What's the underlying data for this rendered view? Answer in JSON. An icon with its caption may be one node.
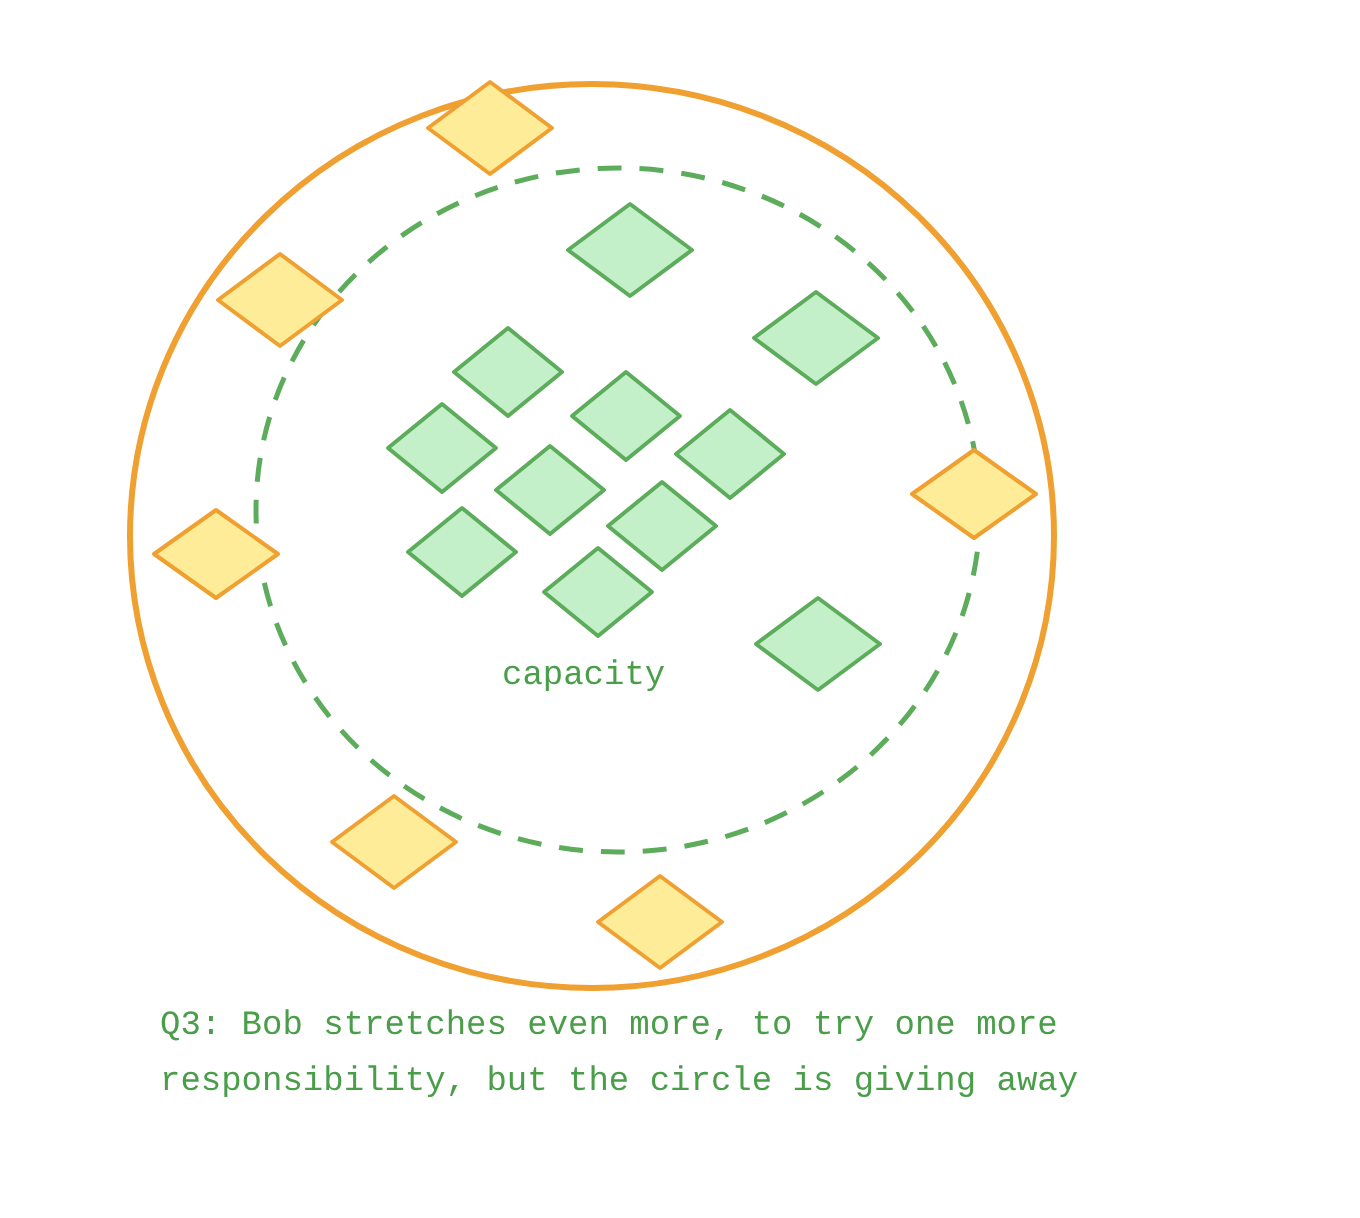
{
  "diagram": {
    "nodes": [
      {
        "text": [],
        "shape": "circle"
      },
      {
        "text": [
          "capacity"
        ],
        "in": 0
      },
      {
        "text": [],
        "shape": "diamond",
        "in": 0
      },
      {
        "text": [],
        "shape": "diamond",
        "in": 1
      },
      {
        "text": [],
        "shape": "diamond",
        "in": 0
      },
      {
        "text": [],
        "shape": "diamond",
        "in": 1
      },
      {
        "text": [],
        "shape": "diamond",
        "in": 1
      },
      {
        "text": [],
        "shape": "diamond",
        "in": 1
      },
      {
        "text": [],
        "shape": "diamond",
        "in": 1
      },
      {
        "text": [],
        "shape": "diamond",
        "in": 1
      },
      {
        "text": [],
        "shape": "diamond",
        "in": 1
      },
      {
        "text": [],
        "shape": "diamond",
        "in": 0
      },
      {
        "text": [],
        "shape": "diamond",
        "in": 1
      },
      {
        "text": [],
        "shape": "diamond",
        "in": 1
      },
      {
        "text": [],
        "shape": "diamond",
        "in": 0
      },
      {
        "text": [],
        "shape": "diamond",
        "in": 1
      },
      {
        "text": [],
        "shape": "diamond",
        "in": 1
      },
      {
        "text": [],
        "shape": "diamond",
        "in": 0
      },
      {
        "text": [],
        "shape": "diamond",
        "in": 0
      }
    ],
    "caption": "Q3: Bob stretches even more, to try one more responsibility, but the circle is giving away"
  }
}
